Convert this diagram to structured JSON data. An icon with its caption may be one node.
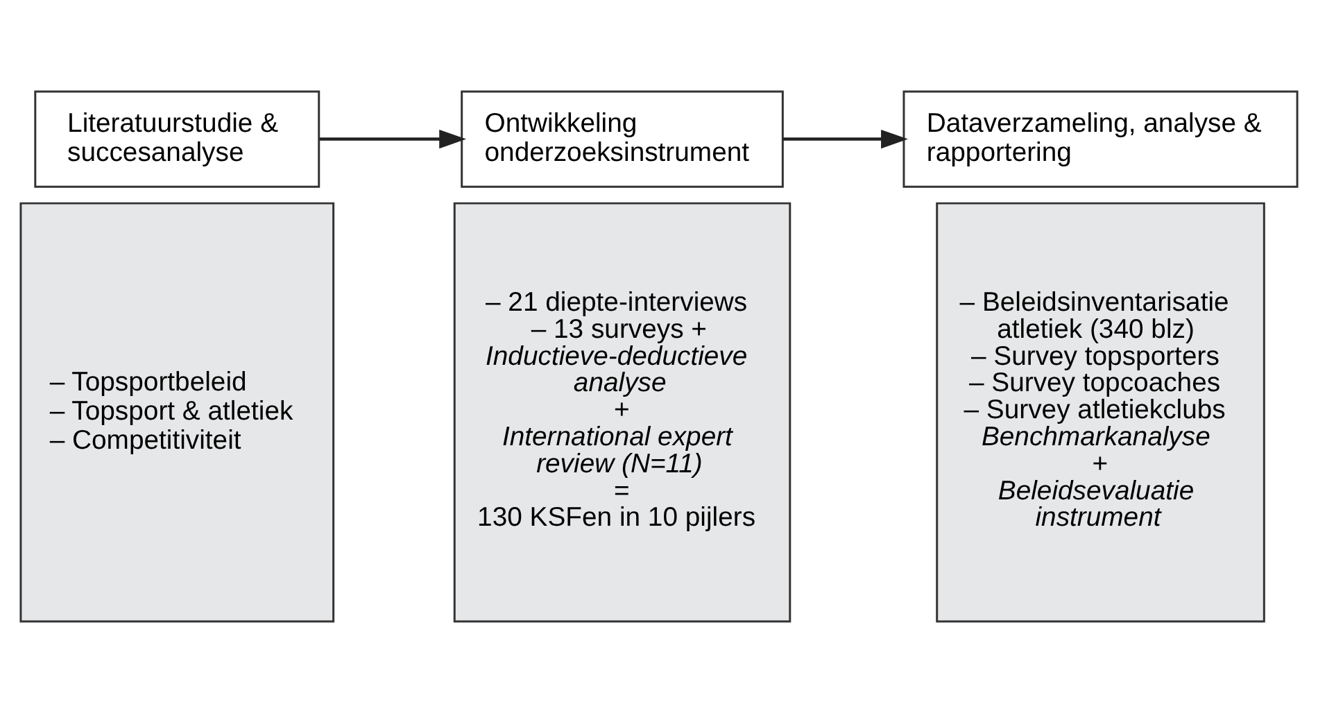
{
  "diagram": {
    "nodes": [
      {
        "text": [
          "Literatuurstudie & succesanalyse"
        ]
      },
      {
        "text": [
          "– Topsportbeleid",
          "– Topsport & atletiek",
          "– Competitiviteit"
        ]
      },
      {
        "text": [
          "Ontwikkeling onderzoeksinstrument"
        ]
      },
      {
        "text": [
          "– 21 diepte-interviews",
          "– 13 surveys +",
          "Inductieve-deductieve analyse",
          "+",
          "International expert review (N=11)",
          "=",
          "130 KSFen in 10 pijlers"
        ]
      },
      {
        "text": [
          "Dataverzameling, analyse & rapportering"
        ]
      },
      {
        "text": [
          "– Beleidsinventarisatie atletiek (340 blz)",
          "– Survey topsporters",
          "– Survey topcoaches",
          "– Survey atletiekclubs",
          "Benchmarkanalyse",
          "+",
          "Beleidsevaluatie instrument"
        ]
      }
    ],
    "edges": [
      {
        "from": 0,
        "to": 2,
        "arrow": "to"
      },
      {
        "from": 2,
        "to": 4,
        "arrow": "to"
      }
    ]
  }
}
